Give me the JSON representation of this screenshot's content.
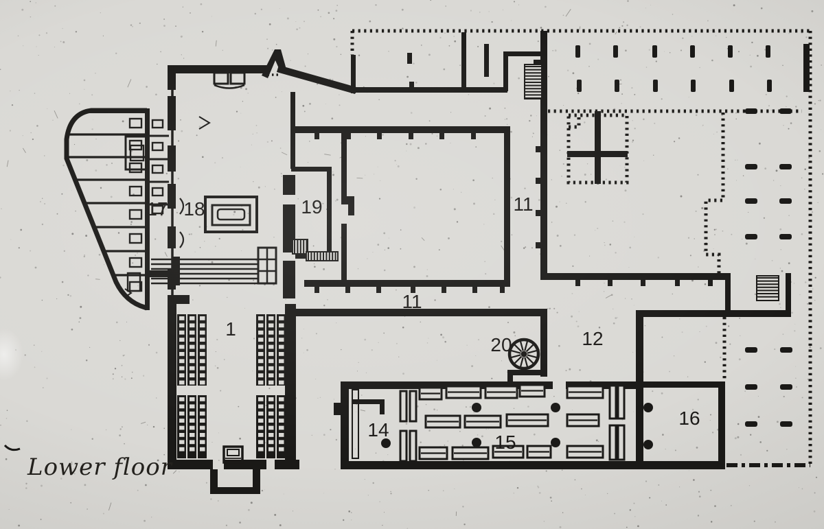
{
  "caption": "Lower floor",
  "rooms": {
    "hall_1": "1",
    "gallery_11_upper": "11",
    "gallery_11_lower": "11",
    "room_12": "12",
    "room_14": "14",
    "room_15": "15",
    "room_16": "16",
    "room_17": "17",
    "room_18": "18",
    "room_19": "19",
    "stair_20": "20"
  },
  "colors": {
    "paper": "#dad9d5",
    "ink": "#1a1917"
  }
}
